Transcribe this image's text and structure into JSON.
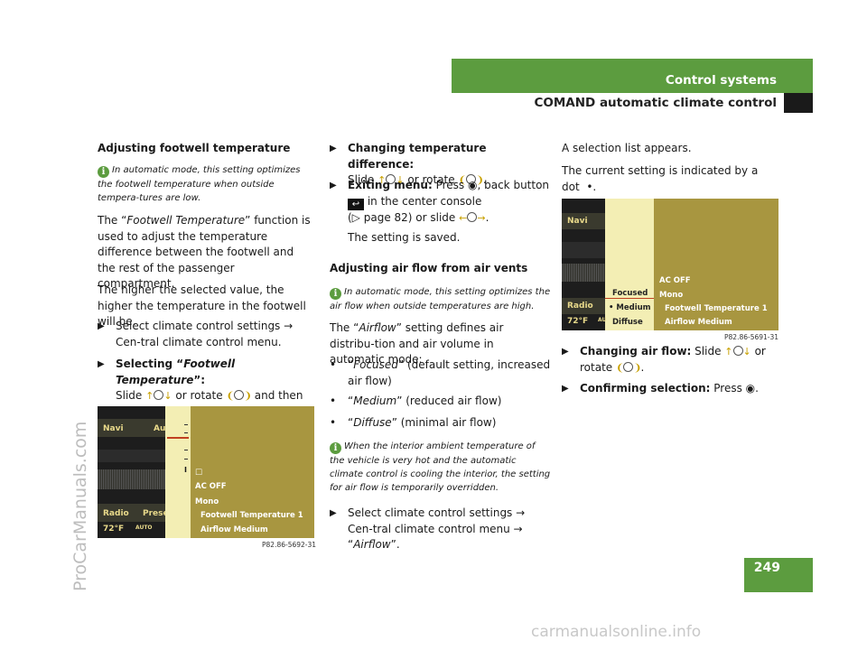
{
  "header": {
    "section": "Control systems",
    "subsection": "COMAND automatic climate control",
    "page_number": "249"
  },
  "sidebar_watermark": "ProCarManuals.com",
  "footer_watermark": "carmanualsonline.info",
  "col1": {
    "heading": "Adjusting footwell temperature",
    "info": "In automatic mode, this setting optimizes the footwell temperature when outside tempera-tures are low.",
    "p1": {
      "pre": "The “",
      "it": "Footwell Temperature",
      "post": "” function is used to adjust the temperature difference between the footwell and the rest of the passenger compartment."
    },
    "p2": "The higher the selected value, the higher the temperature in the footwell will be.",
    "step1": "Select climate control settings → Cen-tral climate control menu.",
    "step2": {
      "b": "Selecting “",
      "bi": "Footwell Temperature",
      "b2": "”:",
      "a": "Slide",
      "b3": "or rotate",
      "c": "and then press"
    },
    "screen": {
      "navi": "Navi",
      "au": "Au",
      "radio": "Radio",
      "prese": "Prese",
      "temp": "72°F",
      "auto": "AUTO",
      "rows": [
        "AC OFF",
        "Mono",
        "Footwell Temperature 1",
        "Airflow Medium"
      ],
      "scale": "I",
      "caption": "P82.86-5692-31"
    }
  },
  "col2": {
    "step1": {
      "b": "Changing temperature difference:",
      "t": "Slide",
      "t2": "or rotate"
    },
    "step2": {
      "b": "Exiting menu:",
      "t": "Press",
      "t2": ", back button",
      "t3": "in the center console",
      "t4": "(▷ page 82) or slide"
    },
    "saved": "The setting is saved.",
    "heading": "Adjusting air flow from air vents",
    "info1": "In automatic mode, this setting optimizes the air flow when outside temperatures are high.",
    "p1": {
      "pre": "The “",
      "it": "Airflow",
      "post": "” setting defines air distribu-tion and air volume in automatic mode:"
    },
    "bullets": [
      {
        "it": "Focused",
        "t": "” (default setting, increased air flow)"
      },
      {
        "it": "Medium",
        "t": "” (reduced air flow)"
      },
      {
        "it": "Diffuse",
        "t": "” (minimal air flow)"
      }
    ],
    "info2": "When the interior ambient temperature of the vehicle is very hot and the automatic climate control is cooling the interior, the setting for air flow is temporarily overridden.",
    "step3": {
      "t": "Select climate control settings → Cen-tral climate control menu → “",
      "it": "Airflow",
      "post": "”."
    }
  },
  "col3": {
    "p1": "A selection list appears.",
    "p2": "The current setting is indicated by a dot",
    "dot": "•",
    "screen": {
      "navi": "Navi",
      "radio": "Radio",
      "temp": "72°F",
      "au": "AU",
      "options": [
        "Focused",
        "• Medium",
        "Diffuse"
      ],
      "rows": [
        "AC OFF",
        "Mono",
        "Footwell Temperature 1",
        "Airflow Medium"
      ],
      "caption": "P82.86-5691-31"
    },
    "step1": {
      "b": "Changing air flow:",
      "t": "Slide",
      "t2": "or",
      "t3": "rotate"
    },
    "step2": {
      "b": "Confirming selection:",
      "t": "Press"
    }
  },
  "colors": {
    "accent": "#5c9c3f",
    "screen_olive": "#a08f3a",
    "screen_yellow": "#f3eeb4"
  }
}
